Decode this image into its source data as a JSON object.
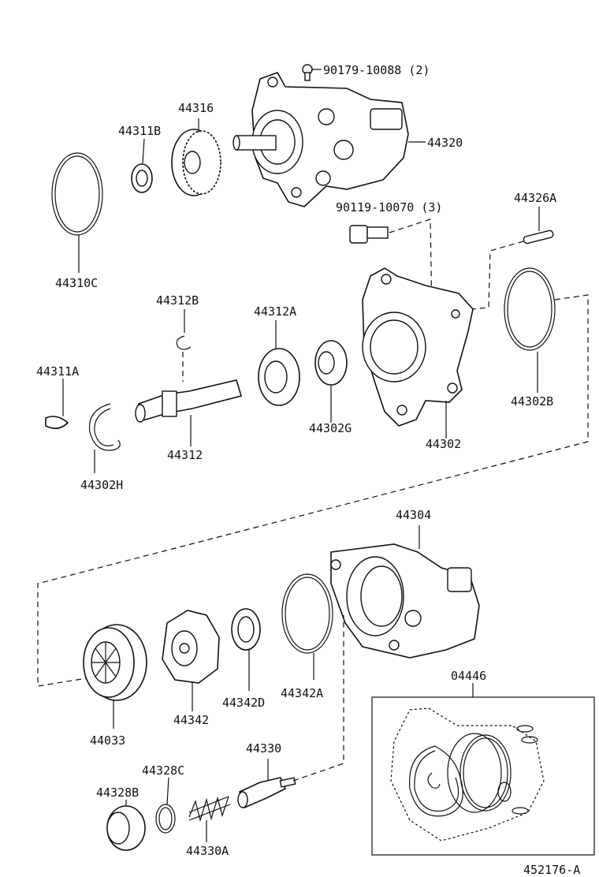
{
  "labels": {
    "p90179": "90179-10088 (2)",
    "p44316": "44316",
    "p44311B": "44311B",
    "p44320": "44320",
    "p44310C": "44310C",
    "p90119": "90119-10070 (3)",
    "p44326A": "44326A",
    "p44312B": "44312B",
    "p44312A": "44312A",
    "p44311A": "44311A",
    "p44302B": "44302B",
    "p44302G": "44302G",
    "p44302": "44302",
    "p44312": "44312",
    "p44302H": "44302H",
    "p44304": "44304",
    "p04446": "04446",
    "p44342D": "44342D",
    "p44342A": "44342A",
    "p44033": "44033",
    "p44342": "44342",
    "p44330": "44330",
    "p44328C": "44328C",
    "p44328B": "44328B",
    "p44330A": "44330A",
    "code": "452176-A"
  }
}
